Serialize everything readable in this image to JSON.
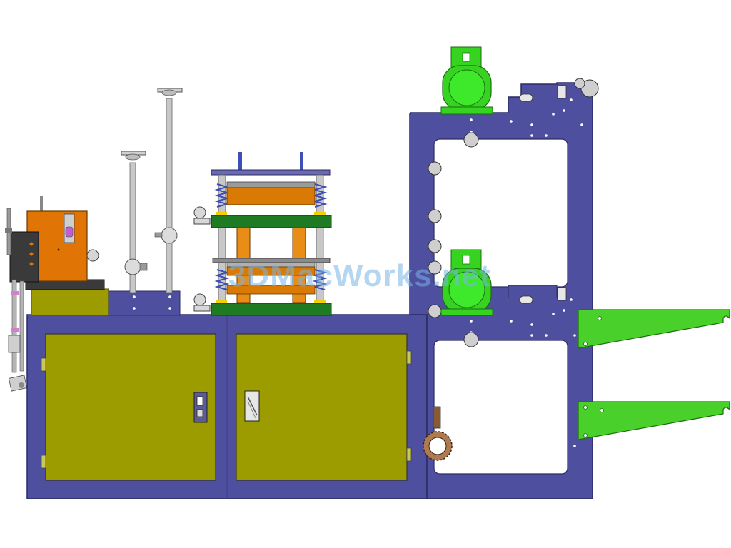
{
  "watermark": {
    "text": "3DMacWorks.net"
  },
  "colors": {
    "frame": "#4f4f9f",
    "door": "#9c9c00",
    "motor": "#37d321",
    "bracket": "#49d02a",
    "heater": "#d97a05",
    "press_plate": "#1f7a24",
    "spring": "#3e4fb8",
    "column": "#ea8d16",
    "pole": "#c8c8c8",
    "tool_box": "#3a3a3a"
  },
  "parts": {
    "main_cabinet": "machine-base-cabinet",
    "left_door": "cabinet-door-left",
    "right_door": "cabinet-door-right",
    "tower_frame": "unwind-tower-frame",
    "motor_top": "drive-motor-upper",
    "motor_bottom": "drive-motor-lower",
    "press_unit": "hot-press-unit",
    "welding_head": "ultrasonic-welding-head",
    "guide_poles": "guide-rod-assembly",
    "roll_brackets": "material-roll-brackets"
  }
}
